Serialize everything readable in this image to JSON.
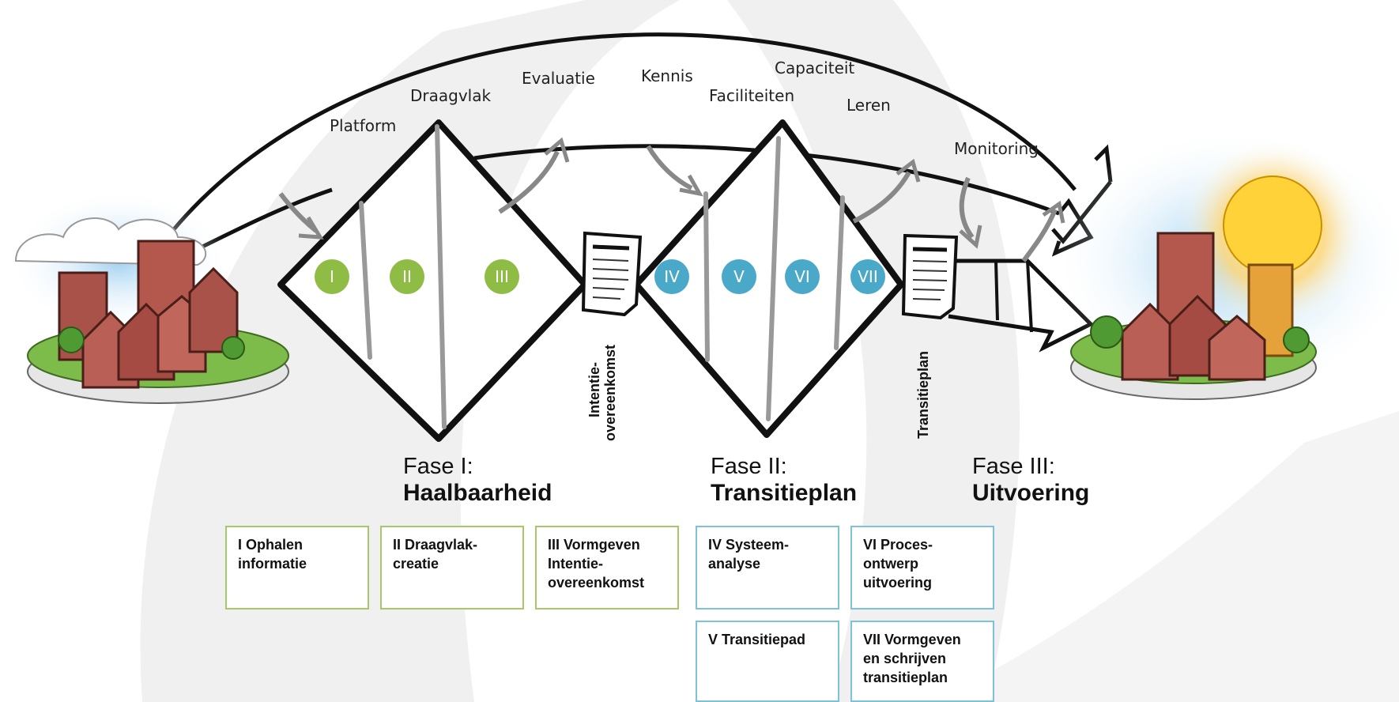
{
  "flow_labels": {
    "platform": "Platform",
    "draagvlak": "Draagvlak",
    "evaluatie": "Evaluatie",
    "kennis": "Kennis",
    "capaciteit": "Capaciteit",
    "faciliteiten": "Faciliteiten",
    "leren": "Leren",
    "monitoring": "Monitoring"
  },
  "steps": [
    "I",
    "II",
    "III",
    "IV",
    "V",
    "VI",
    "VII"
  ],
  "documents": {
    "intentie_line1": "Intentie-",
    "intentie_line2": "overeenkomst",
    "transitieplan": "Transitieplan"
  },
  "phases": [
    {
      "label": "Fase I:",
      "name": "Haalbaarheid"
    },
    {
      "label": "Fase II:",
      "name": "Transitieplan"
    },
    {
      "label": "Fase III:",
      "name": "Uitvoering"
    }
  ],
  "boxes": [
    {
      "lines": [
        "I Ophalen",
        "informatie"
      ]
    },
    {
      "lines": [
        "II Draagvlak-",
        "creatie"
      ]
    },
    {
      "lines": [
        "III Vormgeven",
        "Intentie-",
        "overeenkomst"
      ]
    },
    {
      "lines": [
        "IV Systeem-",
        "analyse"
      ]
    },
    {
      "lines": [
        "VI Proces-",
        "ontwerp",
        "uitvoering"
      ]
    },
    {
      "lines": [
        "V Transitiepad"
      ]
    },
    {
      "lines": [
        "VII Vormgeven",
        "en schrijven",
        "transitieplan"
      ]
    }
  ],
  "colors": {
    "phase1": "#8fbc45",
    "phase2": "#4aa8c8",
    "box_phase1": "#a6c86b",
    "box_phase2": "#7ec2d8",
    "background_shape": "#f0f0f0"
  }
}
